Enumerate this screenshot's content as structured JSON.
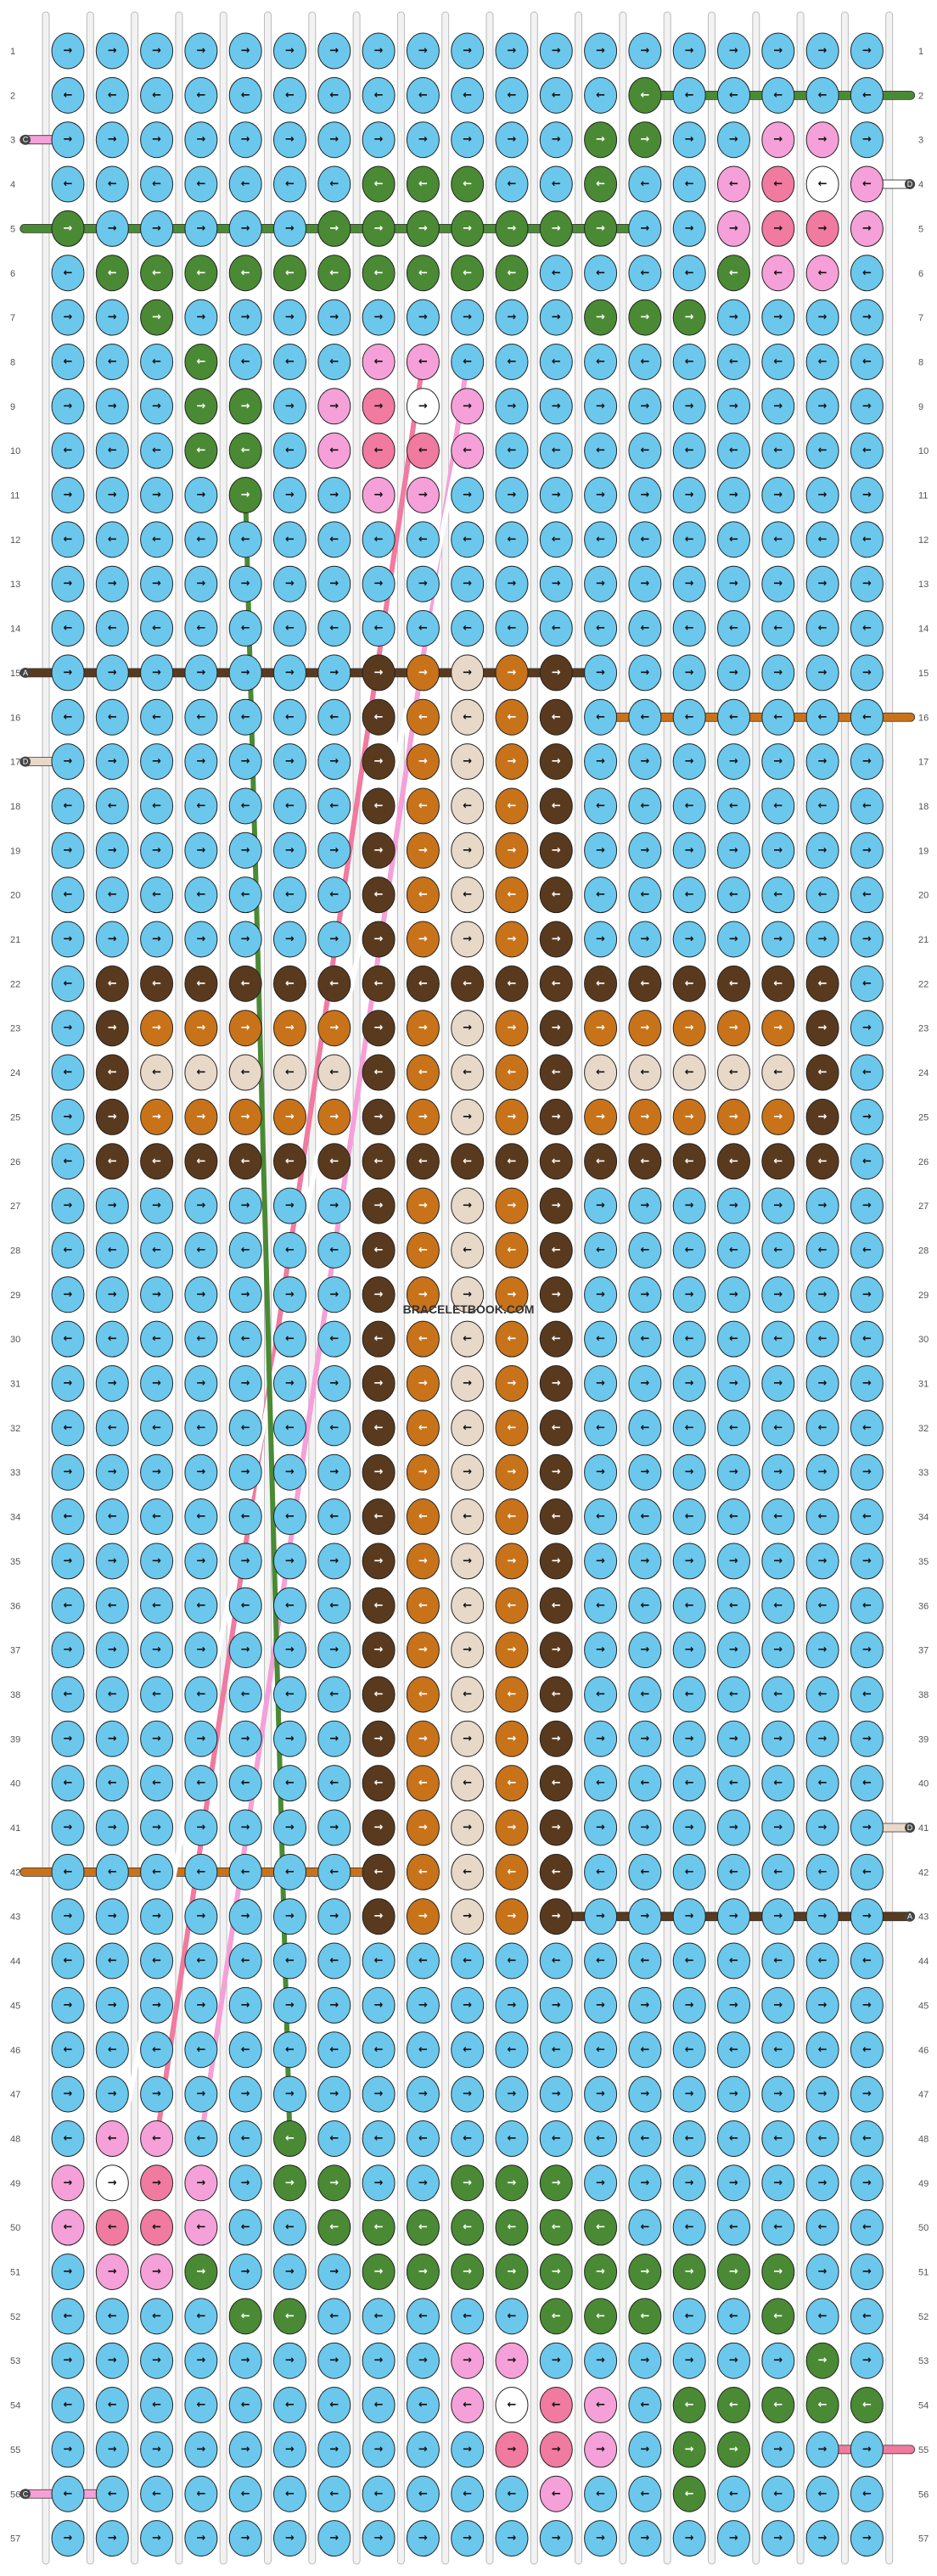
{
  "site_watermark": "BRACELETBOOK.COM",
  "colors": {
    "A": "#5a3a1e",
    "B": "#4a8a34",
    "C": "#f5a0d8",
    "D": "#ffffff",
    "E": "#e8d8c8",
    "F": "#f07aa0",
    "G": "#c8731a",
    "background_knot": "#6bc8ec",
    "thread_light": "#f2f2f2"
  },
  "strand_labels": {
    "left": {
      "1": "",
      "3": "C",
      "15": "A",
      "17": "D",
      "42": "",
      "56": "C"
    },
    "right": {
      "2": "",
      "4": "D",
      "16": "",
      "41": "D",
      "43": "A",
      "55": "",
      "57": ""
    }
  },
  "row_numbers": [
    1,
    2,
    3,
    4,
    5,
    6,
    7,
    8,
    9,
    10,
    11,
    12,
    13,
    14,
    15,
    16,
    17,
    18,
    19,
    20,
    21,
    22,
    23,
    24,
    25,
    26,
    27,
    28,
    29,
    30,
    31,
    32,
    33,
    34,
    35,
    36,
    37,
    38,
    39,
    40,
    41,
    42,
    43,
    44,
    45,
    46,
    47,
    48,
    49,
    50,
    51,
    52,
    53,
    54,
    55,
    56,
    57
  ],
  "knot_overrides": [
    {
      "row": 2,
      "col": 14,
      "color": "B"
    },
    {
      "row": 3,
      "col": 13,
      "color": "B"
    },
    {
      "row": 3,
      "col": 14,
      "color": "B"
    },
    {
      "row": 3,
      "col": 17,
      "color": "C"
    },
    {
      "row": 3,
      "col": 18,
      "color": "C"
    },
    {
      "row": 4,
      "col": 8,
      "color": "B"
    },
    {
      "row": 4,
      "col": 9,
      "color": "B"
    },
    {
      "row": 4,
      "col": 10,
      "color": "B"
    },
    {
      "row": 4,
      "col": 13,
      "color": "B"
    },
    {
      "row": 4,
      "col": 16,
      "color": "C"
    },
    {
      "row": 4,
      "col": 17,
      "color": "F"
    },
    {
      "row": 4,
      "col": 18,
      "color": "D"
    },
    {
      "row": 4,
      "col": 19,
      "color": "C"
    },
    {
      "row": 5,
      "col": 1,
      "color": "B"
    },
    {
      "row": 5,
      "col": 7,
      "color": "B"
    },
    {
      "row": 5,
      "col": 8,
      "color": "B"
    },
    {
      "row": 5,
      "col": 9,
      "color": "B"
    },
    {
      "row": 5,
      "col": 10,
      "color": "B"
    },
    {
      "row": 5,
      "col": 11,
      "color": "B"
    },
    {
      "row": 5,
      "col": 12,
      "color": "B"
    },
    {
      "row": 5,
      "col": 13,
      "color": "B"
    },
    {
      "row": 5,
      "col": 16,
      "color": "C"
    },
    {
      "row": 5,
      "col": 17,
      "color": "F"
    },
    {
      "row": 5,
      "col": 18,
      "color": "F"
    },
    {
      "row": 5,
      "col": 19,
      "color": "C"
    },
    {
      "row": 6,
      "col": 2,
      "color": "B"
    },
    {
      "row": 6,
      "col": 3,
      "color": "B"
    },
    {
      "row": 6,
      "col": 4,
      "color": "B"
    },
    {
      "row": 6,
      "col": 5,
      "color": "B"
    },
    {
      "row": 6,
      "col": 6,
      "color": "B"
    },
    {
      "row": 6,
      "col": 7,
      "color": "B"
    },
    {
      "row": 6,
      "col": 8,
      "color": "B"
    },
    {
      "row": 6,
      "col": 9,
      "color": "B"
    },
    {
      "row": 6,
      "col": 10,
      "color": "B"
    },
    {
      "row": 6,
      "col": 11,
      "color": "B"
    },
    {
      "row": 6,
      "col": 16,
      "color": "B"
    },
    {
      "row": 6,
      "col": 17,
      "color": "C"
    },
    {
      "row": 6,
      "col": 18,
      "color": "C"
    },
    {
      "row": 7,
      "col": 3,
      "color": "B"
    },
    {
      "row": 7,
      "col": 13,
      "color": "B"
    },
    {
      "row": 7,
      "col": 14,
      "color": "B"
    },
    {
      "row": 7,
      "col": 15,
      "color": "B"
    },
    {
      "row": 8,
      "col": 4,
      "color": "B"
    },
    {
      "row": 8,
      "col": 8,
      "color": "C"
    },
    {
      "row": 8,
      "col": 9,
      "color": "C"
    },
    {
      "row": 9,
      "col": 4,
      "color": "B"
    },
    {
      "row": 9,
      "col": 5,
      "color": "B"
    },
    {
      "row": 9,
      "col": 7,
      "color": "C"
    },
    {
      "row": 9,
      "col": 8,
      "color": "F"
    },
    {
      "row": 9,
      "col": 9,
      "color": "D"
    },
    {
      "row": 9,
      "col": 10,
      "color": "C"
    },
    {
      "row": 10,
      "col": 4,
      "color": "B"
    },
    {
      "row": 10,
      "col": 5,
      "color": "B"
    },
    {
      "row": 10,
      "col": 7,
      "color": "C"
    },
    {
      "row": 10,
      "col": 8,
      "color": "F"
    },
    {
      "row": 10,
      "col": 9,
      "color": "F"
    },
    {
      "row": 10,
      "col": 10,
      "color": "C"
    },
    {
      "row": 11,
      "col": 5,
      "color": "B"
    },
    {
      "row": 11,
      "col": 8,
      "color": "C"
    },
    {
      "row": 11,
      "col": 9,
      "color": "C"
    },
    {
      "row": 48,
      "col": 2,
      "color": "C"
    },
    {
      "row": 48,
      "col": 3,
      "color": "C"
    },
    {
      "row": 48,
      "col": 6,
      "color": "B"
    },
    {
      "row": 49,
      "col": 1,
      "color": "C"
    },
    {
      "row": 49,
      "col": 2,
      "color": "D"
    },
    {
      "row": 49,
      "col": 3,
      "color": "F"
    },
    {
      "row": 49,
      "col": 4,
      "color": "C"
    },
    {
      "row": 49,
      "col": 6,
      "color": "B"
    },
    {
      "row": 49,
      "col": 7,
      "color": "B"
    },
    {
      "row": 49,
      "col": 10,
      "color": "B"
    },
    {
      "row": 49,
      "col": 11,
      "color": "B"
    },
    {
      "row": 49,
      "col": 12,
      "color": "B"
    },
    {
      "row": 50,
      "col": 1,
      "color": "C"
    },
    {
      "row": 50,
      "col": 2,
      "color": "F"
    },
    {
      "row": 50,
      "col": 3,
      "color": "F"
    },
    {
      "row": 50,
      "col": 4,
      "color": "C"
    },
    {
      "row": 50,
      "col": 7,
      "color": "B"
    },
    {
      "row": 50,
      "col": 8,
      "color": "B"
    },
    {
      "row": 50,
      "col": 9,
      "color": "B"
    },
    {
      "row": 50,
      "col": 10,
      "color": "B"
    },
    {
      "row": 50,
      "col": 11,
      "color": "B"
    },
    {
      "row": 50,
      "col": 12,
      "color": "B"
    },
    {
      "row": 50,
      "col": 13,
      "color": "B"
    },
    {
      "row": 51,
      "col": 2,
      "color": "C"
    },
    {
      "row": 51,
      "col": 3,
      "color": "C"
    },
    {
      "row": 51,
      "col": 4,
      "color": "B"
    },
    {
      "row": 51,
      "col": 8,
      "color": "B"
    },
    {
      "row": 51,
      "col": 9,
      "color": "B"
    },
    {
      "row": 51,
      "col": 10,
      "color": "B"
    },
    {
      "row": 51,
      "col": 11,
      "color": "B"
    },
    {
      "row": 51,
      "col": 12,
      "color": "B"
    },
    {
      "row": 51,
      "col": 13,
      "color": "B"
    },
    {
      "row": 51,
      "col": 14,
      "color": "B"
    },
    {
      "row": 51,
      "col": 15,
      "color": "B"
    },
    {
      "row": 51,
      "col": 16,
      "color": "B"
    },
    {
      "row": 51,
      "col": 17,
      "color": "B"
    },
    {
      "row": 52,
      "col": 5,
      "color": "B"
    },
    {
      "row": 52,
      "col": 6,
      "color": "B"
    },
    {
      "row": 52,
      "col": 12,
      "color": "B"
    },
    {
      "row": 52,
      "col": 13,
      "color": "B"
    },
    {
      "row": 52,
      "col": 14,
      "color": "B"
    },
    {
      "row": 52,
      "col": 17,
      "color": "B"
    },
    {
      "row": 53,
      "col": 10,
      "color": "C"
    },
    {
      "row": 53,
      "col": 11,
      "color": "C"
    },
    {
      "row": 53,
      "col": 18,
      "color": "B"
    },
    {
      "row": 54,
      "col": 10,
      "color": "C"
    },
    {
      "row": 54,
      "col": 11,
      "color": "D"
    },
    {
      "row": 54,
      "col": 12,
      "color": "F"
    },
    {
      "row": 54,
      "col": 13,
      "color": "C"
    },
    {
      "row": 54,
      "col": 15,
      "color": "B"
    },
    {
      "row": 54,
      "col": 16,
      "color": "B"
    },
    {
      "row": 54,
      "col": 17,
      "color": "B"
    },
    {
      "row": 54,
      "col": 18,
      "color": "B"
    },
    {
      "row": 54,
      "col": 19,
      "color": "B"
    },
    {
      "row": 55,
      "col": 11,
      "color": "F"
    },
    {
      "row": 55,
      "col": 12,
      "color": "F"
    },
    {
      "row": 55,
      "col": 13,
      "color": "C"
    },
    {
      "row": 55,
      "col": 15,
      "color": "B"
    },
    {
      "row": 55,
      "col": 16,
      "color": "B"
    },
    {
      "row": 56,
      "col": 12,
      "color": "C"
    },
    {
      "row": 56,
      "col": 15,
      "color": "B"
    }
  ],
  "dog_block": {
    "rows_from": 15,
    "rows_to": 43,
    "cols": [
      8,
      9,
      10,
      11,
      12
    ],
    "column_colors": [
      "A",
      "G",
      "E",
      "G",
      "A"
    ]
  },
  "band": {
    "rows_from": 22,
    "rows_to": 26,
    "row_colors": [
      "A",
      "G",
      "E",
      "G",
      "A"
    ],
    "cols_from": 2,
    "cols_to": 18
  }
}
